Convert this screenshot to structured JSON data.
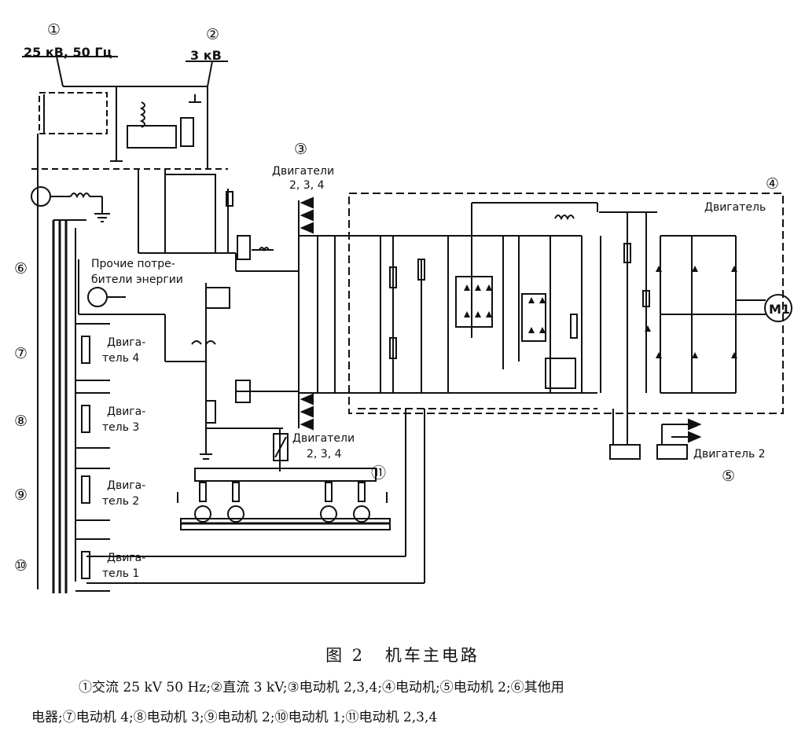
{
  "labels": {
    "ac_supply": "25 кВ, 50 Гц",
    "dc_supply": "3 кВ",
    "motors_234_top": "Двигатели",
    "motors_234_top_nums": "2, 3, 4",
    "motor_block": "Двигатель",
    "other_consumers_l1": "Прочие потре-",
    "other_consumers_l2": "бители энергии",
    "motor4_l1": "Двига-",
    "motor4_l2": "тель 4",
    "motor3_l1": "Двига-",
    "motor3_l2": "тель 3",
    "motor2_l1": "Двига-",
    "motor2_l2": "тель 2",
    "motor1_l1": "Двига-",
    "motor1_l2": "тель 1",
    "motors_234_bottom": "Двигатели",
    "motors_234_bottom_nums": "2, 3, 4",
    "motor2_out": "Двигатель 2",
    "m1": "M1"
  },
  "markers": [
    "①",
    "②",
    "③",
    "④",
    "⑤",
    "⑥",
    "⑦",
    "⑧",
    "⑨",
    "⑩",
    "⑪"
  ],
  "caption": {
    "fig": "图 2",
    "title": "机车主电路"
  },
  "legend": {
    "line1": "①交流 25 kV 50 Hz;②直流 3 kV;③电动机 2,3,4;④电动机;⑤电动机 2;⑥其他用",
    "line2": "电器;⑦电动机 4;⑧电动机 3;⑨电动机 2;⑩电动机 1;⑪电动机 2,3,4"
  }
}
